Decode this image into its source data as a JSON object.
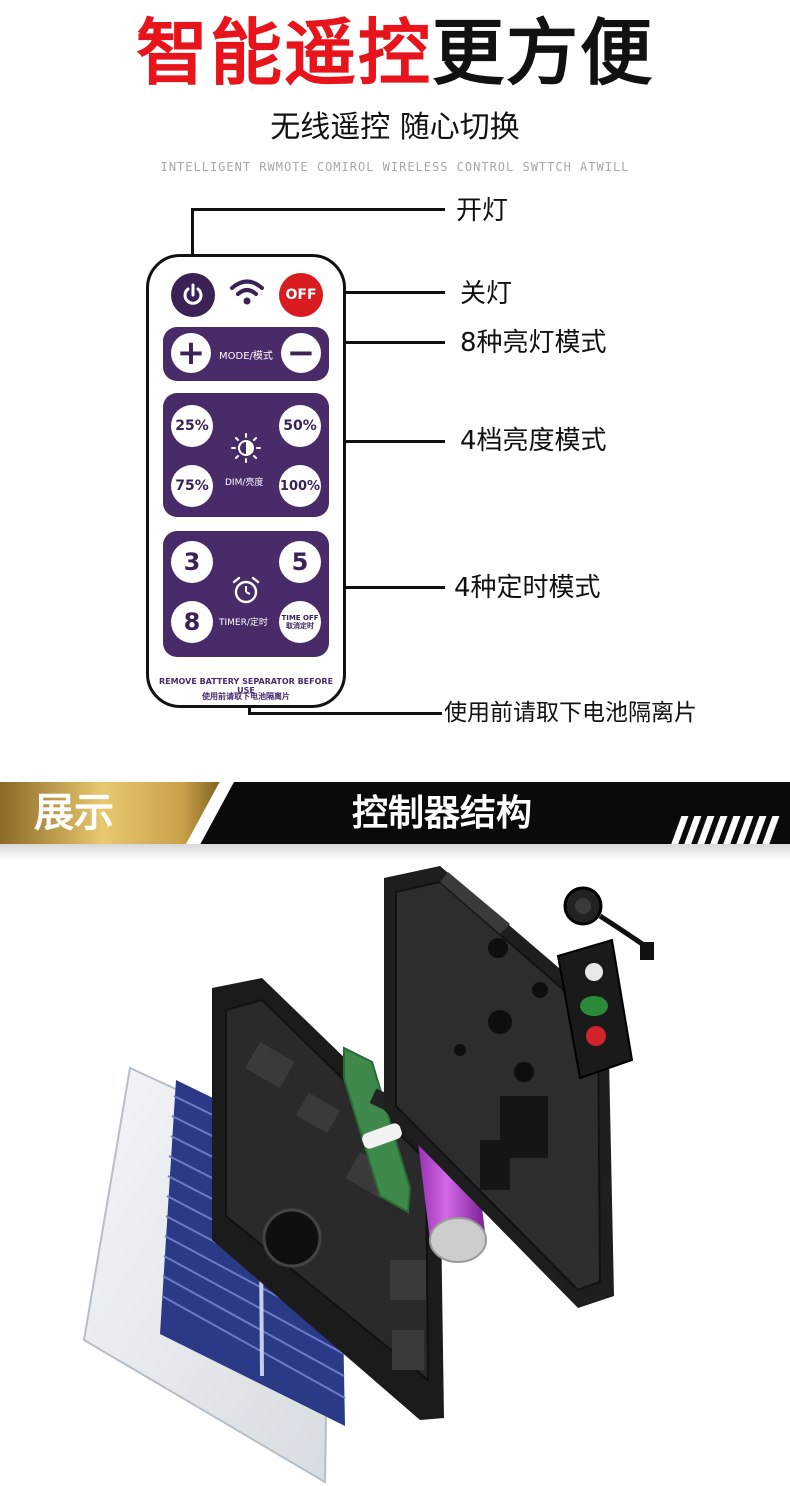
{
  "header": {
    "title_red": "智能遥控",
    "title_black": "更方便",
    "subtitle": "无线遥控  随心切换",
    "english": "INTELLIGENT RWMOTE COMIROL WIRELESS CONTROL SWTTCH ATWILL"
  },
  "callouts": {
    "on": "开灯",
    "off": "关灯",
    "modes": "8种亮灯模式",
    "brightness": "4档亮度模式",
    "timer": "4种定时模式",
    "battery": "使用前请取下电池隔离片"
  },
  "remote": {
    "off_label": "OFF",
    "plus": "+",
    "minus": "−",
    "mode_label": "MODE/模式",
    "dim": {
      "b25": "25%",
      "b50": "50%",
      "b75": "75%",
      "b100": "100%",
      "label": "DIM/亮度"
    },
    "timer": {
      "t3": "3",
      "t5": "5",
      "t8": "8",
      "label": "TIMER/定时",
      "timeoff_en": "TIME OFF",
      "timeoff_cn": "取消定时"
    },
    "remove_en": "REMOVE BATTERY SEPARATOR BEFORE USE",
    "remove_cn": "使用前请取下电池隔离片"
  },
  "banner": {
    "left_label": "展示",
    "right_label": "控制器结构"
  },
  "colors": {
    "title_red": "#e8141c",
    "remote_purple": "#4a2b6a",
    "off_red": "#d81c20",
    "battery_purple": "#b64ad0",
    "gold": "#e8c870"
  }
}
